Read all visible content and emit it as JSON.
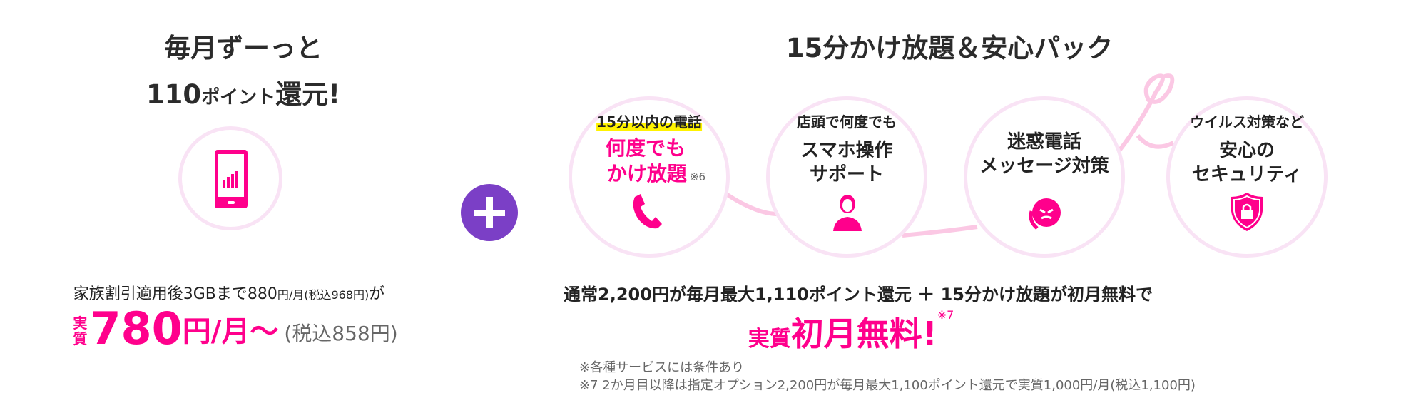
{
  "colors": {
    "accent": "#ff008c",
    "plus": "#7b3fc6",
    "ring": "#f9e3f5",
    "ribbon": "#fbc8e4",
    "highlight": "#fff200"
  },
  "left": {
    "title_line1": "毎月ずーっと",
    "title_line2_num": "110",
    "title_line2_small": "ポイント",
    "title_line2_rest": "還元!",
    "icon": "smartphone-signal-icon",
    "desc_a": "家族割引適用後3GBまで880",
    "desc_b": "円/月(税込968円)",
    "desc_c": "が",
    "price_prefix_1": "実",
    "price_prefix_2": "質",
    "price_value": "780",
    "price_unit": "円/月〜",
    "price_tax": "(税込858円)"
  },
  "plus_icon": "plus-icon",
  "right": {
    "title": "15分かけ放題＆安心パック",
    "features": [
      {
        "top": "15分以内の電話",
        "main1": "何度でも",
        "main2": "かけ放題",
        "note": "※6",
        "icon": "phone-icon"
      },
      {
        "top": "店頭で何度でも",
        "main1": "スマホ操作",
        "main2": "サポート",
        "icon": "support-person-icon"
      },
      {
        "main1": "迷惑電話",
        "main2": "メッセージ対策",
        "icon": "nuisance-call-icon"
      },
      {
        "top": "ウイルス対策など",
        "main1": "安心の",
        "main2": "セキュリティ",
        "icon": "security-shield-icon"
      }
    ],
    "summary": "通常2,200円が毎月最大1,110ポイント還元 ＋ 15分かけ放題が初月無料で",
    "headline_prefix": "実質",
    "headline": "初月無料!",
    "headline_note": "※7",
    "footnotes": [
      "※各種サービスには条件あり",
      "※7 2か月目以降は指定オプション2,200円が毎月最大1,100ポイント還元で実質1,000円/月(税込1,100円)"
    ]
  }
}
